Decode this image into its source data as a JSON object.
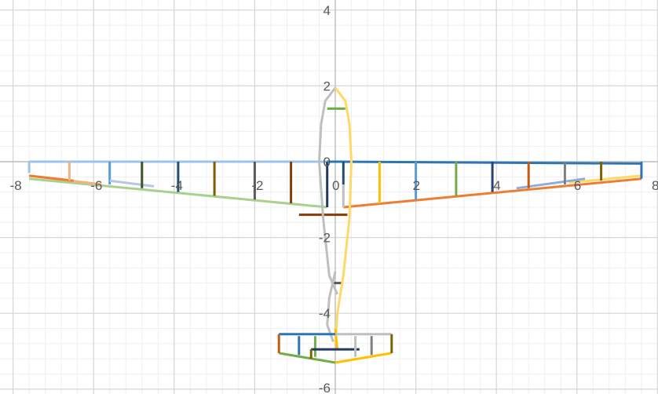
{
  "chart_data": {
    "type": "scatter",
    "title": "",
    "xlabel": "",
    "ylabel": "",
    "xlim": [
      -8,
      8
    ],
    "ylim": [
      -6,
      4
    ],
    "x_ticks": [
      -8,
      -6,
      -4,
      -2,
      0,
      2,
      4,
      6,
      8
    ],
    "y_ticks": [
      4,
      2,
      0,
      -2,
      -4,
      -6
    ],
    "x_tick_labels": [
      "-8",
      "-6",
      "-4",
      "-2",
      "0",
      "2",
      "4",
      "6",
      "8"
    ],
    "y_tick_labels": [
      "4",
      "2",
      "0",
      "-2",
      "-4",
      "-6"
    ],
    "grid": true,
    "minor_grid": true,
    "series": [
      {
        "color": "#9dc3e6",
        "points": [
          [
            -7.6,
            0.0
          ],
          [
            0.0,
            0.0
          ]
        ]
      },
      {
        "color": "#a9d18e",
        "points": [
          [
            -7.6,
            -0.45
          ],
          [
            -0.2,
            -1.2
          ]
        ]
      },
      {
        "color": "#f4b183",
        "points": [
          [
            -7.6,
            -0.37
          ],
          [
            -5.8,
            -0.6
          ]
        ]
      },
      {
        "color": "#2e75b6",
        "points": [
          [
            0.0,
            0.0
          ],
          [
            7.6,
            -0.05
          ]
        ]
      },
      {
        "color": "#ed7d31",
        "points": [
          [
            0.2,
            -1.2
          ],
          [
            7.6,
            -0.45
          ]
        ]
      },
      {
        "color": "#ffd966",
        "points": [
          [
            5.8,
            -0.55
          ],
          [
            7.6,
            -0.37
          ]
        ]
      },
      {
        "color": "#8faadc",
        "points": [
          [
            4.5,
            -0.7
          ],
          [
            6.2,
            -0.45
          ]
        ]
      },
      {
        "color": "#9dc3e6",
        "points": [
          [
            -7.6,
            -0.3
          ],
          [
            -7.6,
            0.0
          ]
        ]
      },
      {
        "color": "#ed7d31",
        "points": [
          [
            -7.6,
            -0.37
          ],
          [
            -6.5,
            -0.5
          ]
        ]
      },
      {
        "color": "#f4b183",
        "points": [
          [
            -6.6,
            -0.5
          ],
          [
            -6.6,
            0.0
          ]
        ]
      },
      {
        "color": "#5b9bd5",
        "points": [
          [
            -5.6,
            -0.6
          ],
          [
            -5.6,
            0.0
          ]
        ]
      },
      {
        "color": "#b4c7e7",
        "points": [
          [
            -5.6,
            -0.5
          ],
          [
            -4.5,
            -0.65
          ]
        ]
      },
      {
        "color": "#375623",
        "points": [
          [
            -4.8,
            -0.7
          ],
          [
            -4.8,
            0.0
          ]
        ]
      },
      {
        "color": "#1f4e79",
        "points": [
          [
            -3.9,
            -0.8
          ],
          [
            -3.9,
            0.0
          ]
        ]
      },
      {
        "color": "#7f6000",
        "points": [
          [
            -3.0,
            -0.9
          ],
          [
            -3.0,
            0.0
          ]
        ]
      },
      {
        "color": "#595959",
        "points": [
          [
            -2.0,
            -1.0
          ],
          [
            -2.0,
            0.0
          ]
        ]
      },
      {
        "color": "#843c0c",
        "points": [
          [
            -1.1,
            -1.1
          ],
          [
            -1.1,
            0.0
          ]
        ]
      },
      {
        "color": "#203864",
        "points": [
          [
            -0.2,
            -1.2
          ],
          [
            -0.2,
            0.0
          ]
        ]
      },
      {
        "color": "#2e75b6",
        "points": [
          [
            -0.2,
            0.0
          ],
          [
            0.2,
            0.0
          ]
        ]
      },
      {
        "color": "#1f4e79",
        "points": [
          [
            0.2,
            -0.6
          ],
          [
            0.2,
            0.0
          ]
        ]
      },
      {
        "color": "#ffc000",
        "points": [
          [
            1.1,
            -1.1
          ],
          [
            1.1,
            0.0
          ]
        ]
      },
      {
        "color": "#5b9bd5",
        "points": [
          [
            2.0,
            -1.0
          ],
          [
            2.0,
            0.0
          ]
        ]
      },
      {
        "color": "#70ad47",
        "points": [
          [
            3.0,
            -0.9
          ],
          [
            3.0,
            0.0
          ]
        ]
      },
      {
        "color": "#264478",
        "points": [
          [
            3.9,
            -0.8
          ],
          [
            3.9,
            0.0
          ]
        ]
      },
      {
        "color": "#c55a11",
        "points": [
          [
            4.8,
            -0.7
          ],
          [
            4.8,
            0.0
          ]
        ]
      },
      {
        "color": "#7f7f7f",
        "points": [
          [
            5.7,
            -0.6
          ],
          [
            5.7,
            0.0
          ]
        ]
      },
      {
        "color": "#7f6000",
        "points": [
          [
            6.6,
            -0.5
          ],
          [
            6.6,
            0.0
          ]
        ]
      },
      {
        "color": "#2e75b6",
        "points": [
          [
            7.6,
            -0.45
          ],
          [
            7.6,
            0.0
          ]
        ]
      },
      {
        "color": "#843c0c",
        "points": [
          [
            -0.9,
            -1.4
          ],
          [
            0.3,
            -1.4
          ]
        ]
      },
      {
        "color": "#70ad47",
        "points": [
          [
            -0.2,
            1.4
          ],
          [
            0.25,
            1.4
          ]
        ]
      },
      {
        "color": "#595959",
        "points": [
          [
            -0.1,
            -3.2
          ],
          [
            0.15,
            -3.2
          ]
        ]
      },
      {
        "color": "#bfbfbf",
        "points": [
          [
            0.0,
            1.95
          ],
          [
            -0.25,
            1.6
          ],
          [
            -0.35,
            1.0
          ],
          [
            -0.4,
            0.0
          ],
          [
            -0.3,
            -1.5
          ],
          [
            -0.15,
            -3.0
          ],
          [
            0.05,
            -3.5
          ]
        ]
      },
      {
        "color": "#bfbfbf",
        "points": [
          [
            0.0,
            -2.9
          ],
          [
            -0.15,
            -3.6
          ],
          [
            -0.2,
            -4.3
          ],
          [
            -0.05,
            -4.75
          ]
        ]
      },
      {
        "color": "#bfbfbf",
        "points": [
          [
            0.2,
            -0.6
          ],
          [
            0.2,
            -1.2
          ]
        ]
      },
      {
        "color": "#ffd966",
        "points": [
          [
            0.0,
            1.95
          ],
          [
            0.25,
            1.6
          ],
          [
            0.35,
            1.0
          ],
          [
            0.4,
            0.0
          ],
          [
            0.35,
            -1.5
          ],
          [
            0.2,
            -3.0
          ],
          [
            0.05,
            -4.0
          ],
          [
            0.0,
            -4.8
          ]
        ]
      },
      {
        "color": "#ffc000",
        "points": [
          [
            0.0,
            -4.4
          ],
          [
            0.05,
            -4.95
          ]
        ]
      },
      {
        "color": "#2e75b6",
        "points": [
          [
            -1.4,
            -4.55
          ],
          [
            0.0,
            -4.55
          ]
        ]
      },
      {
        "color": "#bfbfbf",
        "points": [
          [
            0.0,
            -4.55
          ],
          [
            1.4,
            -4.55
          ]
        ]
      },
      {
        "color": "#70ad47",
        "points": [
          [
            -1.4,
            -5.05
          ],
          [
            0.0,
            -5.3
          ]
        ]
      },
      {
        "color": "#ffc000",
        "points": [
          [
            0.0,
            -5.3
          ],
          [
            1.4,
            -5.05
          ]
        ]
      },
      {
        "color": "#c55a11",
        "points": [
          [
            -1.4,
            -4.55
          ],
          [
            -1.4,
            -5.05
          ]
        ]
      },
      {
        "color": "#2e75b6",
        "points": [
          [
            -0.9,
            -4.6
          ],
          [
            -0.9,
            -5.1
          ]
        ]
      },
      {
        "color": "#70ad47",
        "points": [
          [
            -0.5,
            -4.6
          ],
          [
            -0.5,
            -5.15
          ]
        ]
      },
      {
        "color": "#203864",
        "points": [
          [
            -0.6,
            -4.95
          ],
          [
            0.6,
            -4.95
          ]
        ]
      },
      {
        "color": "#7f6000",
        "points": [
          [
            -0.6,
            -4.95
          ],
          [
            -0.6,
            -5.2
          ]
        ]
      },
      {
        "color": "#bfbfbf",
        "points": [
          [
            0.5,
            -4.6
          ],
          [
            0.5,
            -5.15
          ]
        ]
      },
      {
        "color": "#7f7f7f",
        "points": [
          [
            0.9,
            -4.6
          ],
          [
            0.9,
            -5.1
          ]
        ]
      },
      {
        "color": "#7f6000",
        "points": [
          [
            1.4,
            -4.55
          ],
          [
            1.4,
            -5.05
          ]
        ]
      }
    ]
  }
}
